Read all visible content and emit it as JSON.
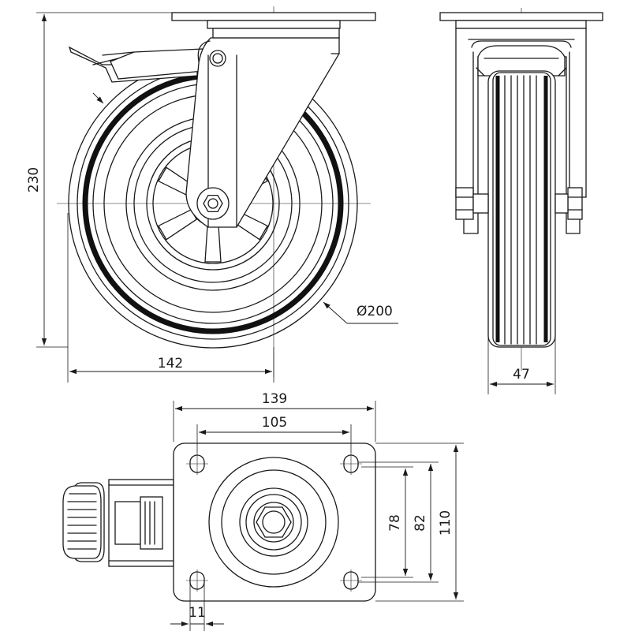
{
  "dimensions": {
    "overall_height": "230",
    "offset": "142",
    "wheel_diameter": "Ø200",
    "wheel_width": "47",
    "plate_width": "139",
    "bolt_spacing_x": "105",
    "bolt_spacing_y_inner": "78",
    "bolt_spacing_y_outer": "82",
    "plate_length": "110",
    "bolt_hole": "11"
  },
  "colors": {
    "line": "#1a1a1a",
    "background": "#ffffff"
  }
}
